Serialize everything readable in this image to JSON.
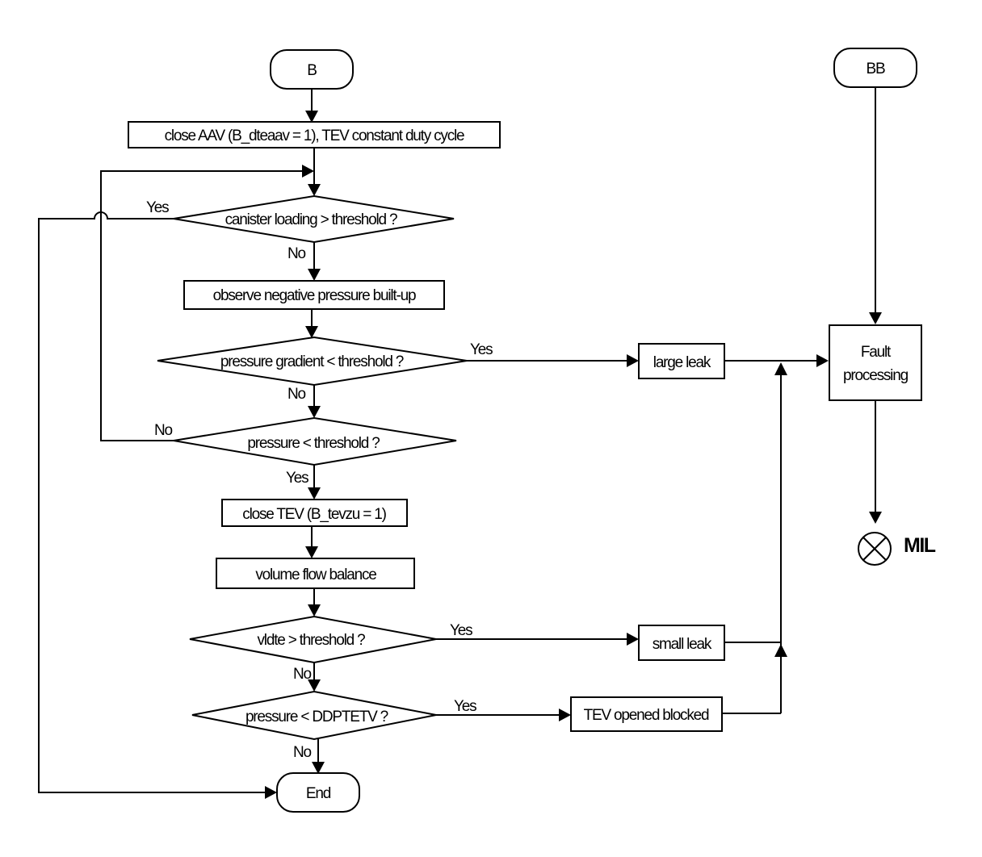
{
  "nodes": {
    "start_b": "B",
    "start_bb": "BB",
    "close_aav": "close AAV  (B_dteaav = 1), TEV constant duty cycle",
    "canister_check": "canister loading > threshold ?",
    "observe_pressure": "observe negative pressure built-up",
    "gradient_check": "pressure gradient < threshold ?",
    "pressure_check": "pressure < threshold ?",
    "close_tev": "close TEV  (B_tevzu = 1)",
    "volume_flow": "volume flow balance",
    "vldte_check": "vldte > threshold ?",
    "ddptetv_check": "pressure < DDPTETV ?",
    "end": "End",
    "large_leak": "large leak",
    "small_leak": "small leak",
    "tev_blocked": "TEV opened blocked",
    "fault_line1": "Fault",
    "fault_line2": "processing",
    "mil": "MIL"
  },
  "edge_labels": {
    "canister_yes": "Yes",
    "canister_no": "No",
    "gradient_yes": "Yes",
    "gradient_no": "No",
    "pressure_no": "No",
    "pressure_yes": "Yes",
    "vldte_yes": "Yes",
    "vldte_no": "No",
    "ddptetv_yes": "Yes",
    "ddptetv_no": "No"
  }
}
